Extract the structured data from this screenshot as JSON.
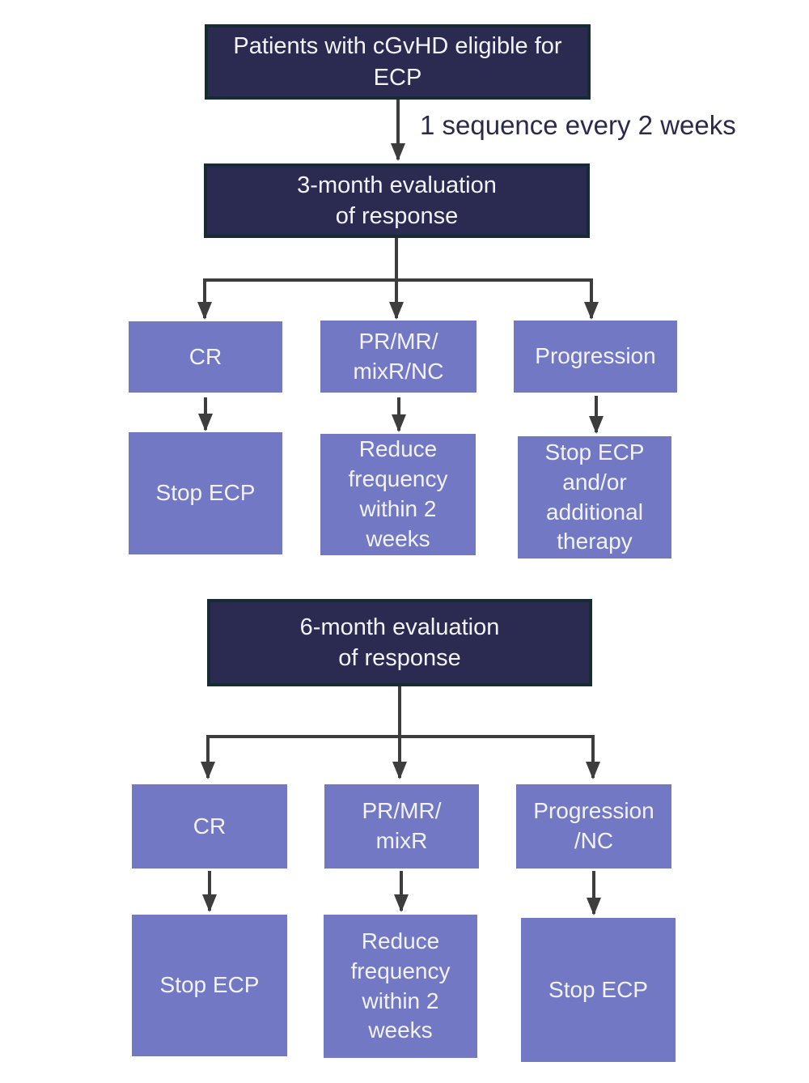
{
  "colors": {
    "dark_box_fill": "#2b2b51",
    "dark_box_border": "#172b33",
    "purple_box_fill": "#7278c4",
    "arrow": "#3d3d3d",
    "annotation_text": "#2a2a4d",
    "box_text": "#f2f3f7"
  },
  "flow": {
    "start_label": "Patients with cGvHD eligible for\nECP",
    "sequence_note": "1 sequence every 2 weeks",
    "eval_3month": {
      "label": "3-month evaluation\nof response",
      "branches": [
        {
          "response": "CR",
          "action": "Stop ECP"
        },
        {
          "response": "PR/MR/\nmixR/NC",
          "action": "Reduce\nfrequency\nwithin 2\nweeks"
        },
        {
          "response": "Progression",
          "action": "Stop ECP\nand/or\nadditional\ntherapy"
        }
      ]
    },
    "eval_6month": {
      "label": "6-month evaluation\nof response",
      "branches": [
        {
          "response": "CR",
          "action": "Stop ECP"
        },
        {
          "response": "PR/MR/\nmixR",
          "action": "Reduce\nfrequency\nwithin 2\nweeks"
        },
        {
          "response": "Progression\n/NC",
          "action": "Stop ECP"
        }
      ]
    }
  }
}
